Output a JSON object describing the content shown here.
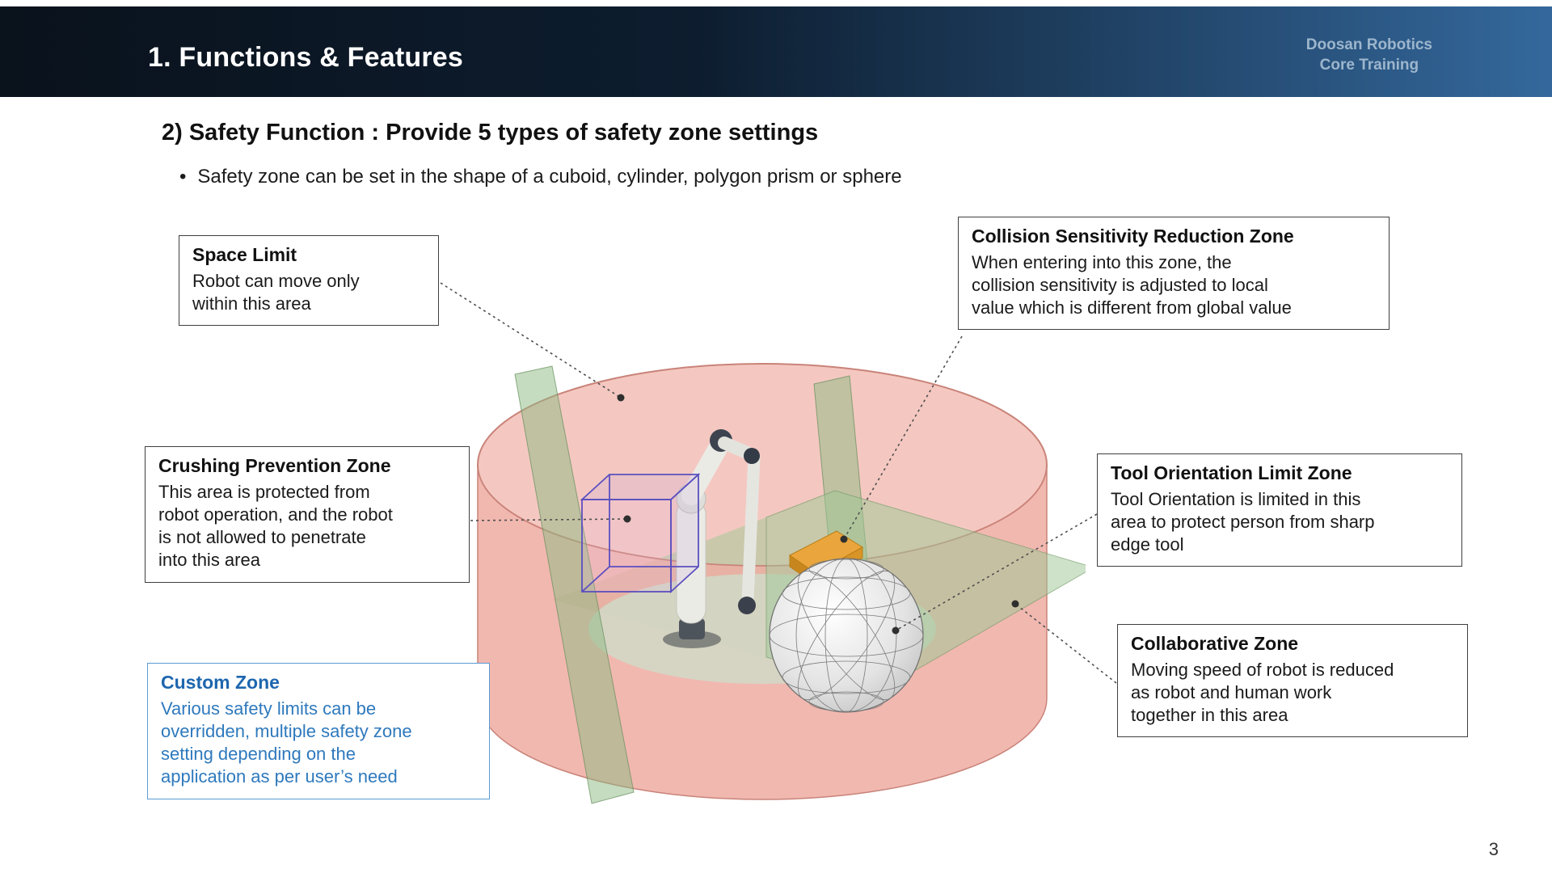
{
  "header": {
    "title": "1. Functions & Features",
    "brand_line1": "Doosan Robotics",
    "brand_line2": "Core Training"
  },
  "content": {
    "heading": "2) Safety Function : Provide 5 types of safety zone settings",
    "bullet_marker": "•",
    "bullet": "Safety zone can be set in the shape of a cuboid, cylinder, polygon prism or sphere"
  },
  "callouts": {
    "space_limit": {
      "title": "Space Limit",
      "body": "Robot can move only\nwithin this area"
    },
    "collision": {
      "title": "Collision Sensitivity Reduction Zone",
      "body": "When entering into this zone, the\ncollision sensitivity is adjusted to local\nvalue which is different from global value"
    },
    "crushing": {
      "title": "Crushing Prevention Zone",
      "body": "This area is protected from\nrobot operation, and the robot\nis not allowed to penetrate\ninto this area"
    },
    "tool_orientation": {
      "title": "Tool Orientation Limit Zone",
      "body": "Tool Orientation is limited in this\narea to protect person from sharp\nedge tool"
    },
    "collaborative": {
      "title": "Collaborative Zone",
      "body": "Moving speed of robot is reduced\nas robot and human work\ntogether in this area"
    },
    "custom": {
      "title": "Custom Zone",
      "body": "Various safety limits can be\noverridden, multiple safety zone\nsetting depending on the\napplication as per user’s need"
    }
  },
  "page_number": "3",
  "colors": {
    "header_dark": "#0a121c",
    "header_blue": "#34689c",
    "brand_text": "#9db6cd",
    "custom_zone_blue": "#2e79bd",
    "custom_zone_border": "#5b9bd5",
    "zone_pink": "#eda49a",
    "zone_green": "#8cb982",
    "cube_purple": "#5b4fc0",
    "tool_orange": "#eaa63c"
  }
}
